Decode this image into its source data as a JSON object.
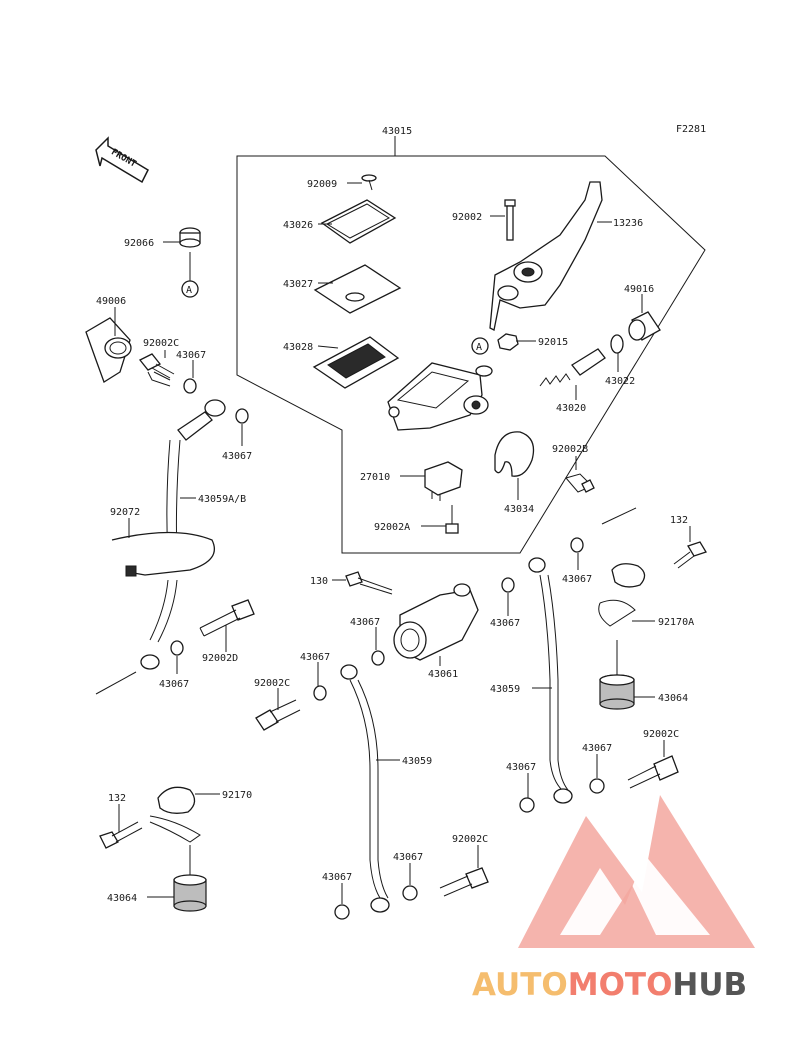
{
  "diagram": {
    "ref_code": "F2281",
    "front_arrow_text": "FRONT",
    "ref_marker_letter": "A",
    "labels": [
      {
        "id": "assembly",
        "text": "43015"
      },
      {
        "id": "screw_cover",
        "text": "92009"
      },
      {
        "id": "cap_reservoir",
        "text": "43026"
      },
      {
        "id": "plate",
        "text": "43027"
      },
      {
        "id": "diaphragm",
        "text": "43028"
      },
      {
        "id": "bolt_lever_pivot",
        "text": "92002"
      },
      {
        "id": "lever",
        "text": "13236"
      },
      {
        "id": "boot",
        "text": "49016"
      },
      {
        "id": "nut_pivot",
        "text": "92015"
      },
      {
        "id": "circlip",
        "text": "43022"
      },
      {
        "id": "piston_kit",
        "text": "43020"
      },
      {
        "id": "switch",
        "text": "27010"
      },
      {
        "id": "bolt_clamp",
        "text": "92002B"
      },
      {
        "id": "holder_clamp",
        "text": "43034"
      },
      {
        "id": "screw_switch",
        "text": "92002A"
      },
      {
        "id": "cap_top",
        "text": "92066"
      },
      {
        "id": "cover_banjo",
        "text": "49006"
      },
      {
        "id": "bolt_banjo_top",
        "text": "92002C"
      },
      {
        "id": "washer_top_1",
        "text": "43067"
      },
      {
        "id": "washer_top_2",
        "text": "43067"
      },
      {
        "id": "hose_main",
        "text": "43059A/B"
      },
      {
        "id": "clamp_band",
        "text": "92072"
      },
      {
        "id": "washer_left_low",
        "text": "43067"
      },
      {
        "id": "bolt_long",
        "text": "92002D"
      },
      {
        "id": "bolt_130",
        "text": "130"
      },
      {
        "id": "washer_mid_1",
        "text": "43067"
      },
      {
        "id": "joint",
        "text": "43061"
      },
      {
        "id": "washer_mid_2",
        "text": "43067"
      },
      {
        "id": "washer_mid_3",
        "text": "43067"
      },
      {
        "id": "bolt_mid_left",
        "text": "92002C"
      },
      {
        "id": "hose_right",
        "text": "43059"
      },
      {
        "id": "hose_center",
        "text": "43059"
      },
      {
        "id": "washer_right_top",
        "text": "43067"
      },
      {
        "id": "bolt_132_right",
        "text": "132"
      },
      {
        "id": "clamp_right",
        "text": "92170A"
      },
      {
        "id": "grommet_right",
        "text": "43064"
      },
      {
        "id": "washer_right_a",
        "text": "43067"
      },
      {
        "id": "washer_right_b",
        "text": "43067"
      },
      {
        "id": "bolt_right_low",
        "text": "92002C"
      },
      {
        "id": "bolt_132_left",
        "text": "132"
      },
      {
        "id": "clamp_left",
        "text": "92170"
      },
      {
        "id": "grommet_left",
        "text": "43064"
      },
      {
        "id": "washer_bottom_1",
        "text": "43067"
      },
      {
        "id": "washer_bottom_2",
        "text": "43067"
      },
      {
        "id": "bolt_bottom",
        "text": "92002C"
      }
    ]
  },
  "watermark": {
    "part_auto": "AUTO",
    "part_moto": "MOTO",
    "part_hub": "HUB",
    "colors": {
      "auto": "#f5bd6e",
      "moto": "#f27e6e",
      "hub": "#555555",
      "logo": "#f08a80"
    }
  }
}
